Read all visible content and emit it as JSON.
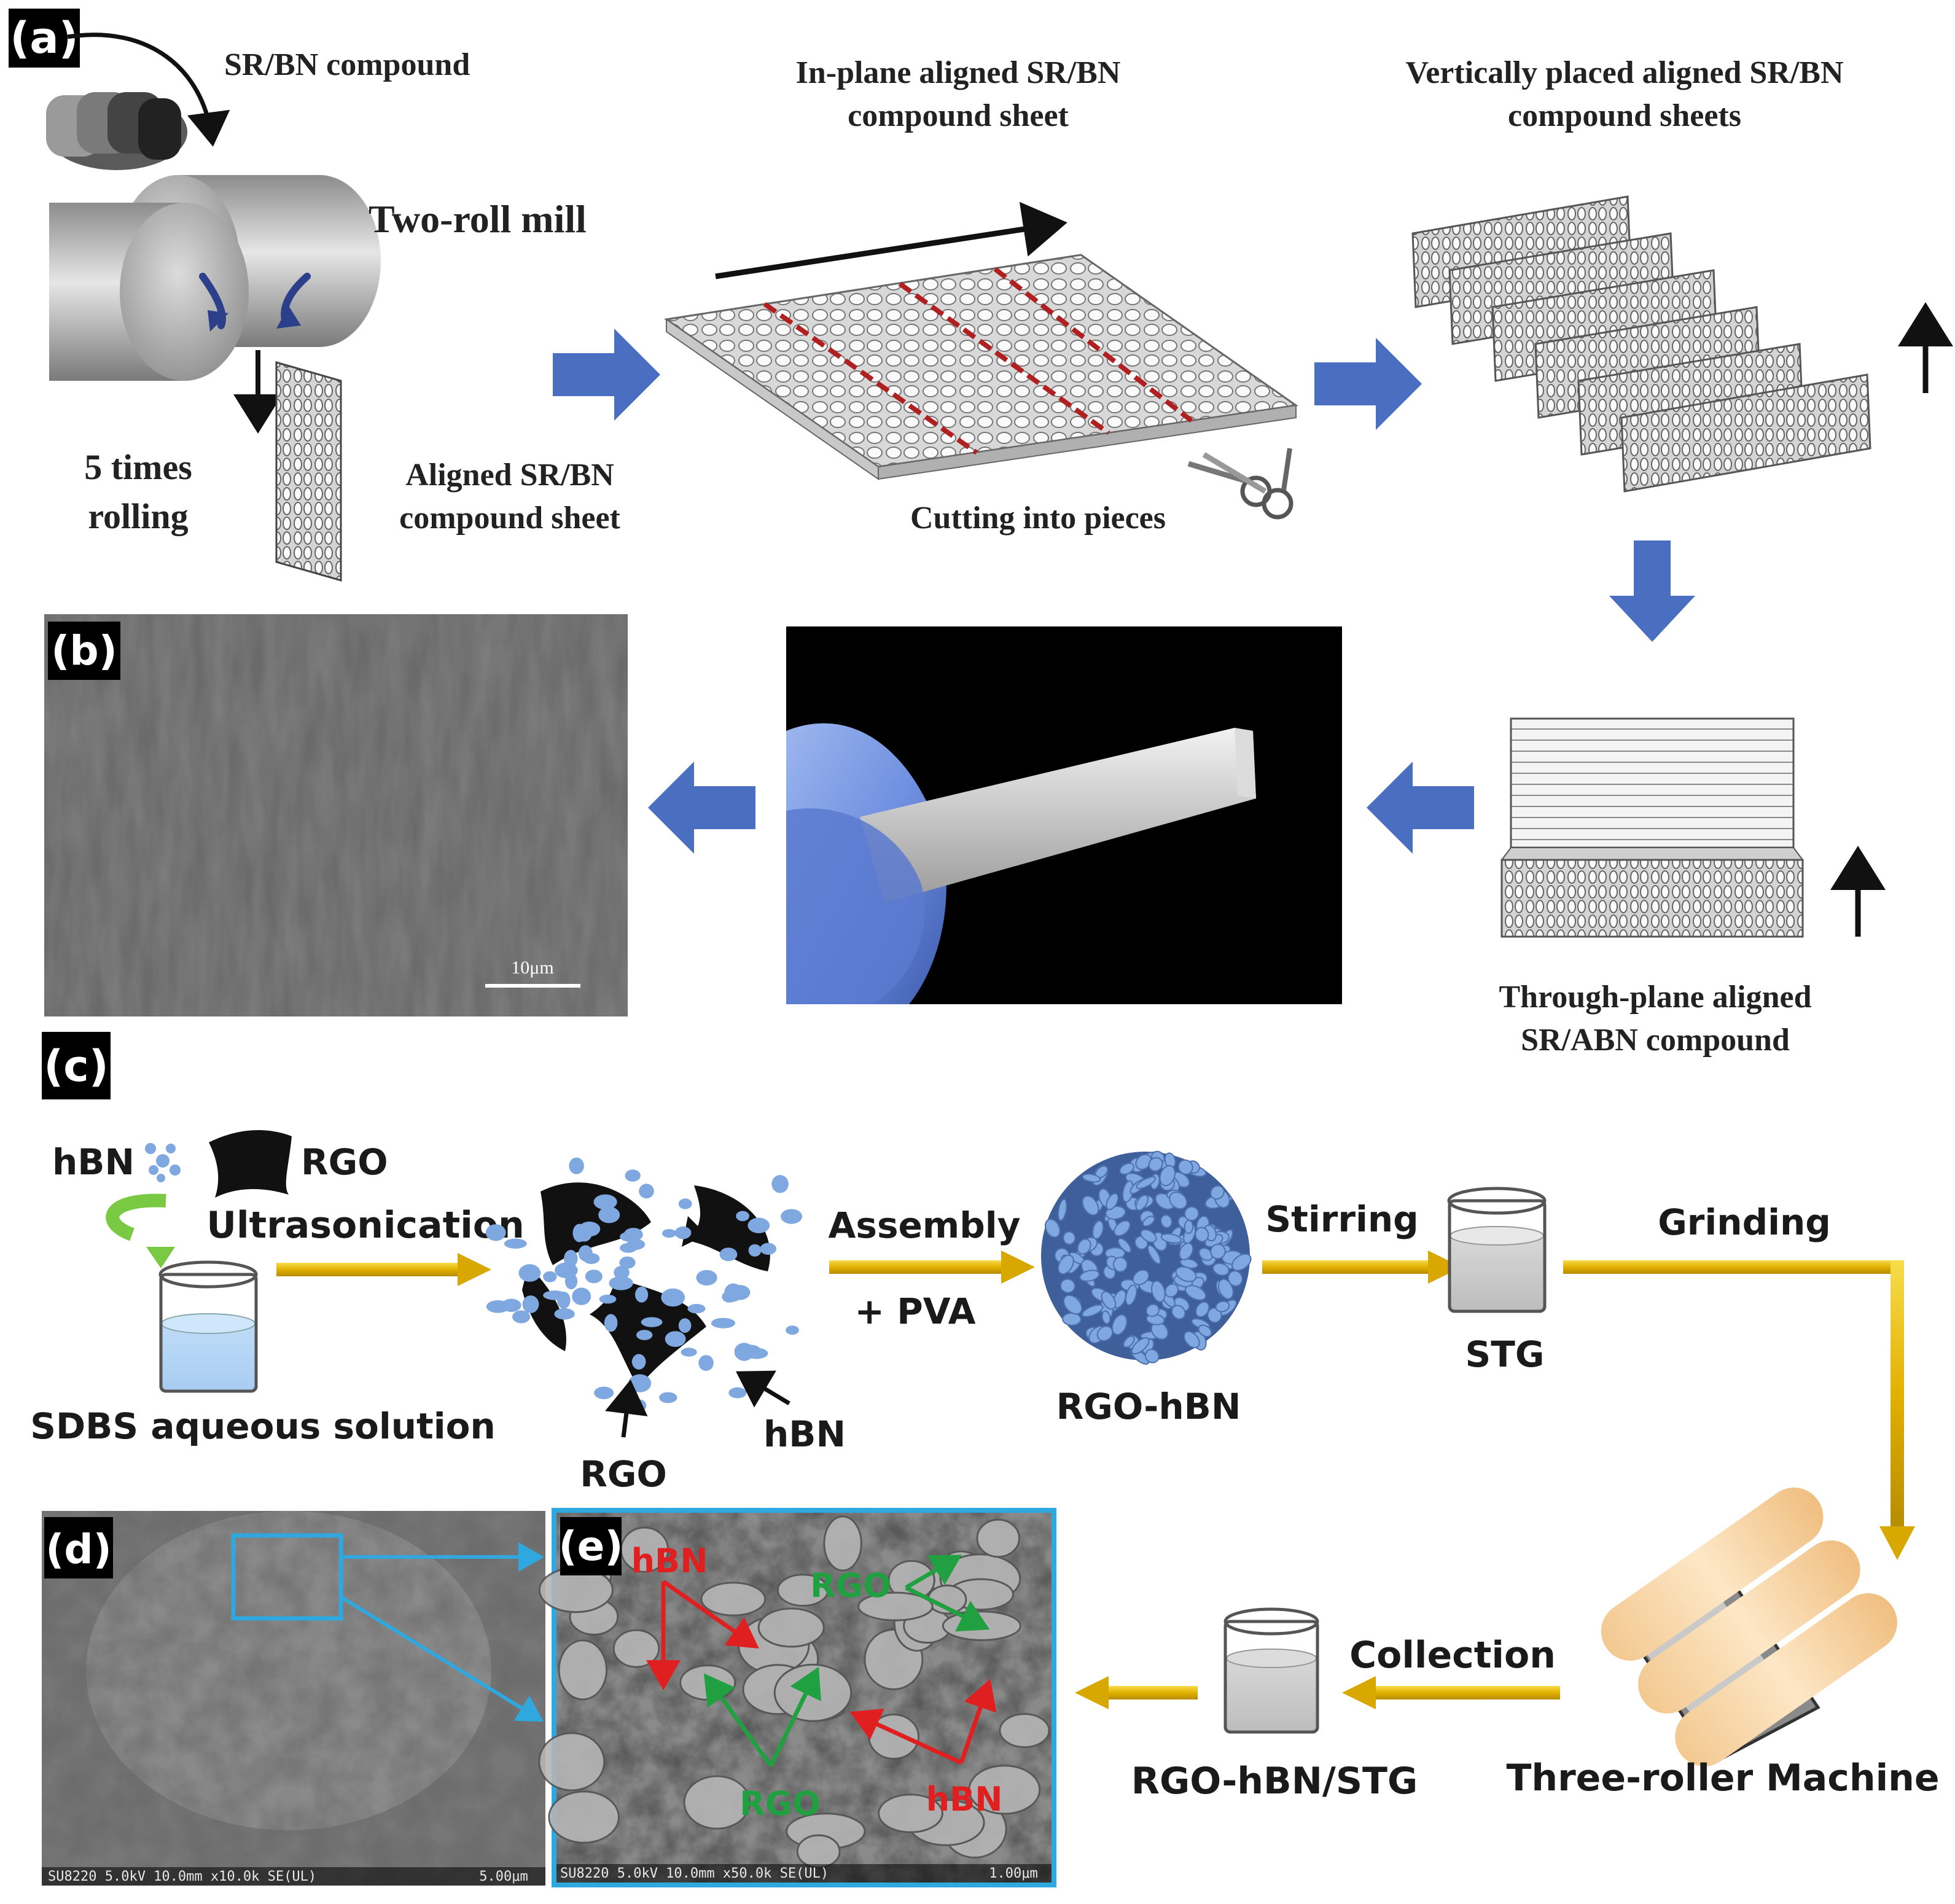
{
  "panels": {
    "a": "(a)",
    "b": "(b)",
    "c": "(c)",
    "d": "(d)",
    "e": "(e)"
  },
  "panel_a": {
    "compound": "SR/BN compound",
    "mill": "Two-roll mill",
    "rolling_1": "5 times",
    "rolling_2": "rolling",
    "aligned_sheet_1": "Aligned SR/BN",
    "aligned_sheet_2": "compound sheet",
    "inplane_1": "In-plane aligned SR/BN",
    "inplane_2": "compound sheet",
    "cutting": "Cutting into pieces",
    "vertical_1": "Vertically placed aligned SR/BN",
    "vertical_2": "compound sheets",
    "through_1": "Through-plane aligned",
    "through_2": "SR/ABN compound"
  },
  "panel_b": {
    "scale_bar": "10μm"
  },
  "panel_c": {
    "hbn_in": "hBN",
    "rgo_in": "RGO",
    "ultrasonication": "Ultrasonication",
    "sdbs": "SDBS aqueous solution",
    "assembly": "Assembly",
    "pva": "+ PVA",
    "rgo_label": "RGO",
    "hbn_label": "hBN",
    "rgo_hbn": "RGO-hBN",
    "stirring": "Stirring",
    "stg": "STG",
    "grinding": "Grinding",
    "three_roller": "Three-roller Machine",
    "collection": "Collection",
    "rgo_hbn_stg": "RGO-hBN/STG"
  },
  "panel_d": {
    "sem_info": "SU8220 5.0kV 10.0mm x10.0k SE(UL)",
    "scale": "5.00μm"
  },
  "panel_e": {
    "hbn_top": "hBN",
    "rgo_top": "RGO",
    "rgo_bottom": "RGO",
    "hbn_bottom": "hBN",
    "sem_info": "SU8220 5.0kV 10.0mm x50.0k SE(UL)",
    "scale": "1.00μm"
  },
  "colors": {
    "process_arrow": "#4a6fc0",
    "gold_arrow": "#e6b800",
    "hbn_particle": "#7fa8e0",
    "cut_line": "#b02020",
    "label_hbn": "#e02020",
    "label_rgo": "#20a040",
    "sem_border": "#2fa8e0",
    "roller": "#f8d8a8"
  }
}
